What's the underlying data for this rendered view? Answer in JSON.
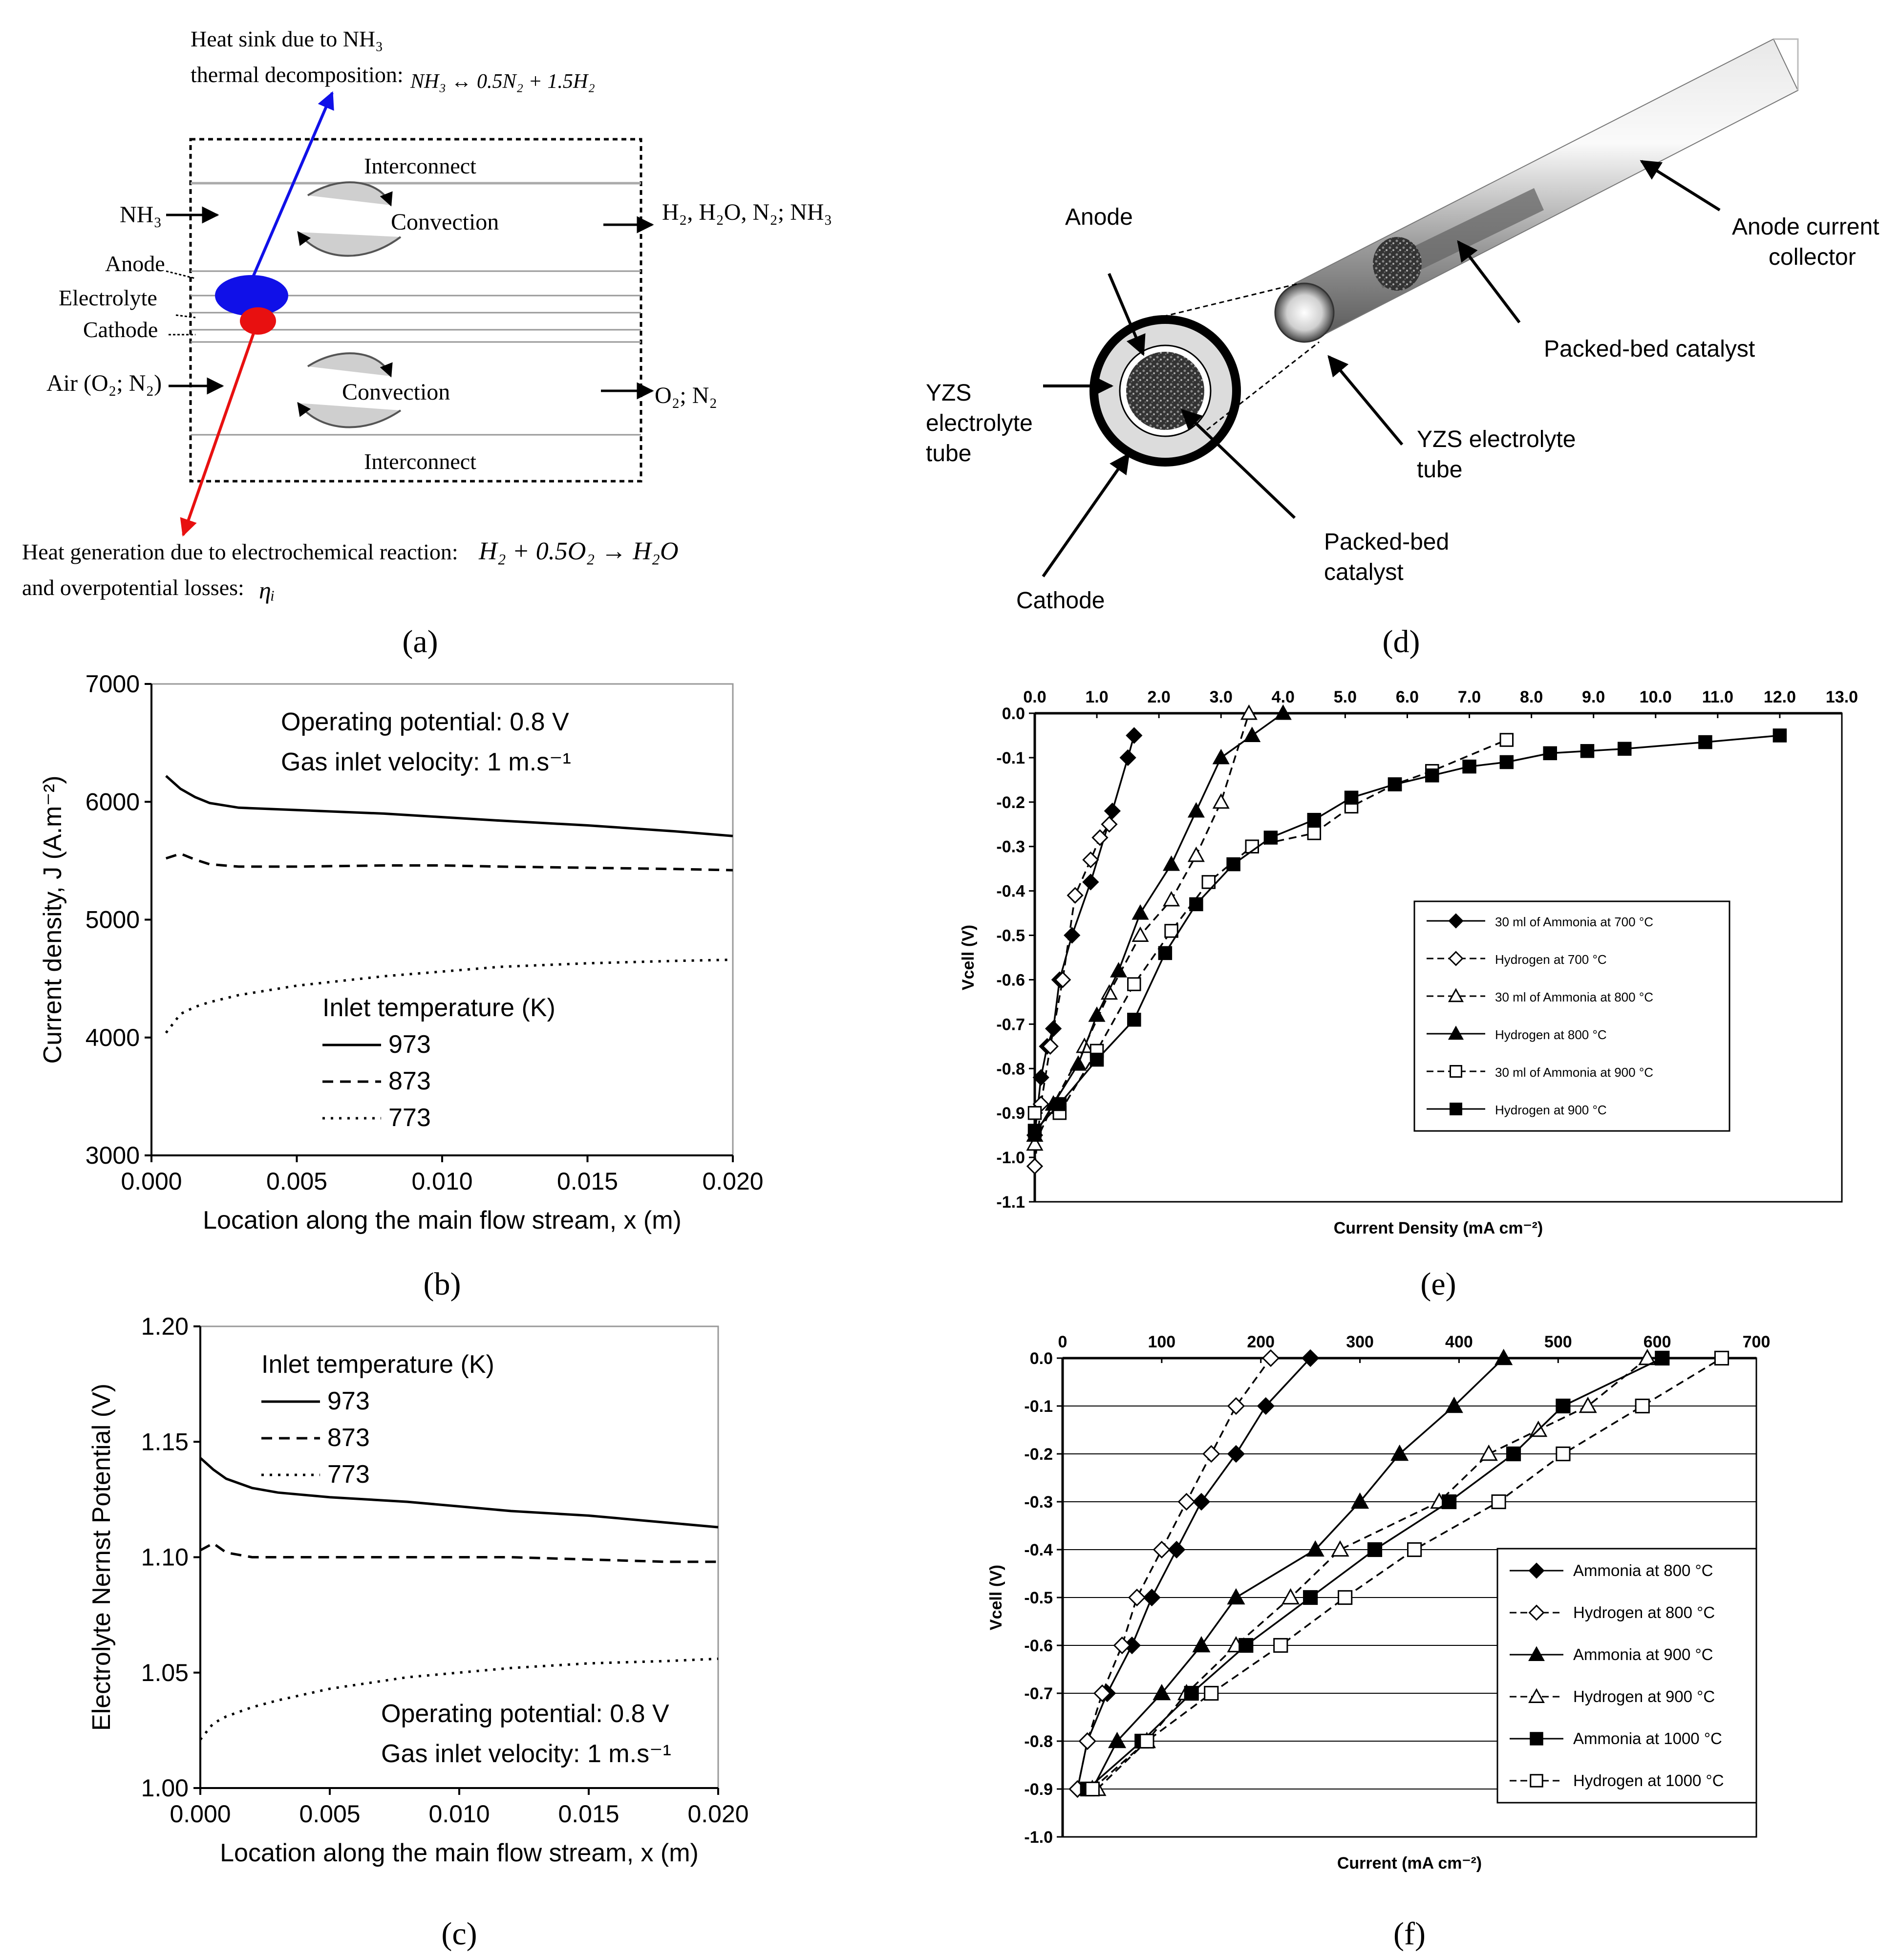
{
  "panels": {
    "a": {
      "label": "(a)",
      "heat_sink_line1": "Heat sink due to NH₃",
      "heat_sink_line2": "thermal decomposition:",
      "heat_sink_eq": "NH₃ ↔ 0.5N₂ + 1.5H₂",
      "interconnect_top": "Interconnect",
      "interconnect_bottom": "Interconnect",
      "convection_top": "Convection",
      "convection_bottom": "Convection",
      "nh3_in": "NH₃",
      "anode_out": "H₂, H₂O, N₂; NH₃",
      "anode": "Anode",
      "electrolyte": "Electrolyte",
      "cathode": "Cathode",
      "air_in": "Air (O₂; N₂)",
      "cathode_out": "O₂; N₂",
      "heat_gen_line1": "Heat generation due to electrochemical reaction:",
      "heat_gen_eq": "H₂ + 0.5O₂ → H₂O",
      "heat_gen_line2": "and overpotential losses:",
      "heat_gen_symbol": "ηᵢ",
      "colors": {
        "anode": "#1010e8",
        "cathode": "#e81010",
        "arrow_blue": "#1010e8",
        "arrow_red": "#e81010"
      }
    },
    "d": {
      "label": "(d)",
      "anode": "Anode",
      "yzs_line1": "YZS",
      "yzs_line2": "electrolyte",
      "yzs_line3": "tube",
      "cathode": "Cathode",
      "packed_line1": "Packed-bed",
      "packed_line2": "catalyst",
      "anode_cc_line1": "Anode current",
      "anode_cc_line2": "collector",
      "packed_right": "Packed-bed catalyst",
      "yzs_right_line1": "YZS electrolyte",
      "yzs_right_line2": "tube"
    }
  },
  "chart_data": [
    {
      "id": "b",
      "label": "(b)",
      "type": "line",
      "xlabel": "Location along the main flow stream, x (m)",
      "ylabel": "Current density, J (A.m⁻²)",
      "xlim": [
        0,
        0.02
      ],
      "ylim": [
        3000,
        7000
      ],
      "xticks": [
        "0.000",
        "0.005",
        "0.010",
        "0.015",
        "0.020"
      ],
      "yticks": [
        "3000",
        "4000",
        "5000",
        "6000",
        "7000"
      ],
      "annotation_line1": "Operating potential: 0.8 V",
      "annotation_line2": "Gas inlet velocity: 1 m.s⁻¹",
      "legend_title": "Inlet temperature (K)",
      "series": [
        {
          "name": "973",
          "style": "solid",
          "x": [
            0.0005,
            0.001,
            0.0015,
            0.002,
            0.003,
            0.005,
            0.008,
            0.01,
            0.012,
            0.015,
            0.018,
            0.02
          ],
          "y": [
            6220,
            6110,
            6040,
            5990,
            5950,
            5930,
            5900,
            5870,
            5840,
            5800,
            5750,
            5710
          ]
        },
        {
          "name": "873",
          "style": "dashed",
          "x": [
            0.0005,
            0.001,
            0.0015,
            0.002,
            0.003,
            0.005,
            0.008,
            0.01,
            0.012,
            0.015,
            0.018,
            0.02
          ],
          "y": [
            5520,
            5560,
            5510,
            5470,
            5450,
            5450,
            5460,
            5460,
            5450,
            5440,
            5430,
            5420
          ]
        },
        {
          "name": "773",
          "style": "dotted",
          "x": [
            0.0005,
            0.001,
            0.0015,
            0.002,
            0.003,
            0.005,
            0.008,
            0.01,
            0.012,
            0.015,
            0.018,
            0.02
          ],
          "y": [
            4040,
            4200,
            4260,
            4300,
            4360,
            4440,
            4520,
            4560,
            4600,
            4630,
            4650,
            4660
          ]
        }
      ]
    },
    {
      "id": "c",
      "label": "(c)",
      "type": "line",
      "xlabel": "Location along the main flow stream, x (m)",
      "ylabel": "Electrolyte Nernst Potential (V)",
      "xlim": [
        0,
        0.02
      ],
      "ylim": [
        1.0,
        1.2
      ],
      "xticks": [
        "0.000",
        "0.005",
        "0.010",
        "0.015",
        "0.020"
      ],
      "yticks": [
        "1.00",
        "1.05",
        "1.10",
        "1.15",
        "1.20"
      ],
      "annotation_line1": "Operating potential: 0.8 V",
      "annotation_line2": "Gas inlet velocity: 1 m.s⁻¹",
      "legend_title": "Inlet temperature (K)",
      "series": [
        {
          "name": "973",
          "style": "solid",
          "x": [
            0.0,
            0.0005,
            0.001,
            0.002,
            0.003,
            0.005,
            0.008,
            0.01,
            0.012,
            0.015,
            0.018,
            0.02
          ],
          "y": [
            1.143,
            1.138,
            1.134,
            1.13,
            1.128,
            1.126,
            1.124,
            1.122,
            1.12,
            1.118,
            1.115,
            1.113
          ]
        },
        {
          "name": "873",
          "style": "dashed",
          "x": [
            0.0,
            0.0005,
            0.001,
            0.002,
            0.003,
            0.005,
            0.008,
            0.01,
            0.012,
            0.015,
            0.018,
            0.02
          ],
          "y": [
            1.103,
            1.106,
            1.102,
            1.1,
            1.1,
            1.1,
            1.1,
            1.1,
            1.1,
            1.099,
            1.098,
            1.098
          ]
        },
        {
          "name": "773",
          "style": "dotted",
          "x": [
            0.0,
            0.0005,
            0.001,
            0.002,
            0.003,
            0.005,
            0.008,
            0.01,
            0.012,
            0.015,
            0.018,
            0.02
          ],
          "y": [
            1.021,
            1.028,
            1.031,
            1.035,
            1.038,
            1.043,
            1.048,
            1.05,
            1.052,
            1.054,
            1.055,
            1.056
          ]
        }
      ]
    },
    {
      "id": "e",
      "label": "(e)",
      "type": "line",
      "xlabel": "Current Density (mA cm⁻²)",
      "ylabel": "Vcell (V)",
      "xlim": [
        0,
        13
      ],
      "ylim": [
        -1.1,
        0
      ],
      "xticks": [
        "0.0",
        "1.0",
        "2.0",
        "3.0",
        "4.0",
        "5.0",
        "6.0",
        "7.0",
        "8.0",
        "9.0",
        "10.0",
        "11.0",
        "12.0",
        "13.0"
      ],
      "yticks": [
        "0.0",
        "-0.1",
        "-0.2",
        "-0.3",
        "-0.4",
        "-0.5",
        "-0.6",
        "-0.7",
        "-0.8",
        "-0.9",
        "-1.0",
        "-1.1"
      ],
      "legend_position": "center-right",
      "series": [
        {
          "name": "30 ml of Ammonia at 700 °C",
          "line": "solid",
          "marker": "diamond",
          "fill": true,
          "x": [
            0.0,
            0.1,
            0.2,
            0.3,
            0.4,
            0.6,
            0.9,
            1.25,
            1.5,
            1.6
          ],
          "y": [
            -0.95,
            -0.82,
            -0.75,
            -0.71,
            -0.6,
            -0.5,
            -0.38,
            -0.22,
            -0.1,
            -0.05
          ]
        },
        {
          "name": "Hydrogen at 700 °C",
          "line": "dashed",
          "marker": "diamond",
          "fill": false,
          "x": [
            0.0,
            0.1,
            0.25,
            0.45,
            0.65,
            0.9,
            1.05,
            1.2
          ],
          "y": [
            -1.02,
            -0.88,
            -0.75,
            -0.6,
            -0.41,
            -0.33,
            -0.28,
            -0.25
          ]
        },
        {
          "name": "30 ml of Ammonia at 800 °C",
          "line": "dashed",
          "marker": "triangle",
          "fill": false,
          "x": [
            0.0,
            0.3,
            0.8,
            1.2,
            1.7,
            2.2,
            2.6,
            3.0,
            3.45
          ],
          "y": [
            -0.97,
            -0.88,
            -0.75,
            -0.63,
            -0.5,
            -0.42,
            -0.32,
            -0.2,
            0.0
          ]
        },
        {
          "name": "Hydrogen at 800 °C",
          "line": "solid",
          "marker": "triangle",
          "fill": true,
          "x": [
            0.0,
            0.3,
            0.7,
            1.0,
            1.35,
            1.7,
            2.2,
            2.6,
            3.0,
            3.5,
            4.0
          ],
          "y": [
            -0.95,
            -0.88,
            -0.79,
            -0.68,
            -0.58,
            -0.45,
            -0.34,
            -0.22,
            -0.1,
            -0.05,
            0.0
          ]
        },
        {
          "name": "30 ml of Ammonia at 900 °C",
          "line": "dashed",
          "marker": "square",
          "fill": false,
          "x": [
            0.0,
            0.4,
            1.0,
            1.6,
            2.2,
            2.8,
            3.5,
            4.5,
            5.1,
            5.8,
            6.4,
            7.6
          ],
          "y": [
            -0.9,
            -0.9,
            -0.76,
            -0.61,
            -0.49,
            -0.38,
            -0.3,
            -0.27,
            -0.21,
            -0.16,
            -0.13,
            -0.06
          ]
        },
        {
          "name": "Hydrogen at 900 °C",
          "line": "solid",
          "marker": "square",
          "fill": true,
          "x": [
            0.0,
            0.4,
            1.0,
            1.6,
            2.1,
            2.6,
            3.2,
            3.8,
            4.5,
            5.1,
            5.8,
            6.4,
            7.0,
            7.6,
            8.3,
            8.9,
            9.5,
            10.8,
            12.0
          ],
          "y": [
            -0.94,
            -0.88,
            -0.78,
            -0.69,
            -0.54,
            -0.43,
            -0.34,
            -0.28,
            -0.24,
            -0.19,
            -0.16,
            -0.14,
            -0.12,
            -0.11,
            -0.09,
            -0.085,
            -0.08,
            -0.065,
            -0.05
          ]
        }
      ]
    },
    {
      "id": "f",
      "label": "(f)",
      "type": "line",
      "xlabel": "Current (mA cm⁻²)",
      "ylabel": "Vcell (V)",
      "xlim": [
        0,
        700
      ],
      "ylim": [
        -1.0,
        0
      ],
      "xticks": [
        "0",
        "100",
        "200",
        "300",
        "400",
        "500",
        "600",
        "700"
      ],
      "yticks": [
        "0.0",
        "-0.1",
        "-0.2",
        "-0.3",
        "-0.4",
        "-0.5",
        "-0.6",
        "-0.7",
        "-0.8",
        "-0.9",
        "-1.0"
      ],
      "grid": "horizontal",
      "legend_position": "bottom-right",
      "series": [
        {
          "name": "Ammonia at 800 °C",
          "line": "solid",
          "marker": "diamond",
          "fill": true,
          "x": [
            15,
            25,
            45,
            70,
            90,
            115,
            140,
            175,
            205,
            250
          ],
          "y": [
            -0.9,
            -0.8,
            -0.7,
            -0.6,
            -0.5,
            -0.4,
            -0.3,
            -0.2,
            -0.1,
            0.0
          ]
        },
        {
          "name": "Hydrogen at 800 °C",
          "line": "dashed",
          "marker": "diamond",
          "fill": false,
          "x": [
            15,
            25,
            40,
            60,
            75,
            100,
            125,
            150,
            175,
            210
          ],
          "y": [
            -0.9,
            -0.8,
            -0.7,
            -0.6,
            -0.5,
            -0.4,
            -0.3,
            -0.2,
            -0.1,
            0.0
          ]
        },
        {
          "name": "Ammonia at 900 °C",
          "line": "solid",
          "marker": "triangle",
          "fill": true,
          "x": [
            30,
            55,
            100,
            140,
            175,
            255,
            300,
            340,
            395,
            445
          ],
          "y": [
            -0.9,
            -0.8,
            -0.7,
            -0.6,
            -0.5,
            -0.4,
            -0.3,
            -0.2,
            -0.1,
            0.0
          ]
        },
        {
          "name": "Hydrogen at 900 °C",
          "line": "dashed",
          "marker": "triangle",
          "fill": false,
          "x": [
            35,
            85,
            125,
            175,
            230,
            280,
            380,
            430,
            480,
            530,
            590
          ],
          "y": [
            -0.9,
            -0.8,
            -0.7,
            -0.6,
            -0.5,
            -0.4,
            -0.3,
            -0.2,
            -0.15,
            -0.1,
            0.0
          ]
        },
        {
          "name": "Ammonia at 1000 °C",
          "line": "solid",
          "marker": "square",
          "fill": true,
          "x": [
            25,
            80,
            130,
            185,
            250,
            315,
            390,
            455,
            505,
            605
          ],
          "y": [
            -0.9,
            -0.8,
            -0.7,
            -0.6,
            -0.5,
            -0.4,
            -0.3,
            -0.2,
            -0.1,
            0.0
          ]
        },
        {
          "name": "Hydrogen at 1000 °C",
          "line": "dashed",
          "marker": "square",
          "fill": false,
          "x": [
            30,
            85,
            150,
            220,
            285,
            355,
            440,
            505,
            585,
            665
          ],
          "y": [
            -0.9,
            -0.8,
            -0.7,
            -0.6,
            -0.5,
            -0.4,
            -0.3,
            -0.2,
            -0.1,
            0.0
          ]
        }
      ]
    }
  ]
}
